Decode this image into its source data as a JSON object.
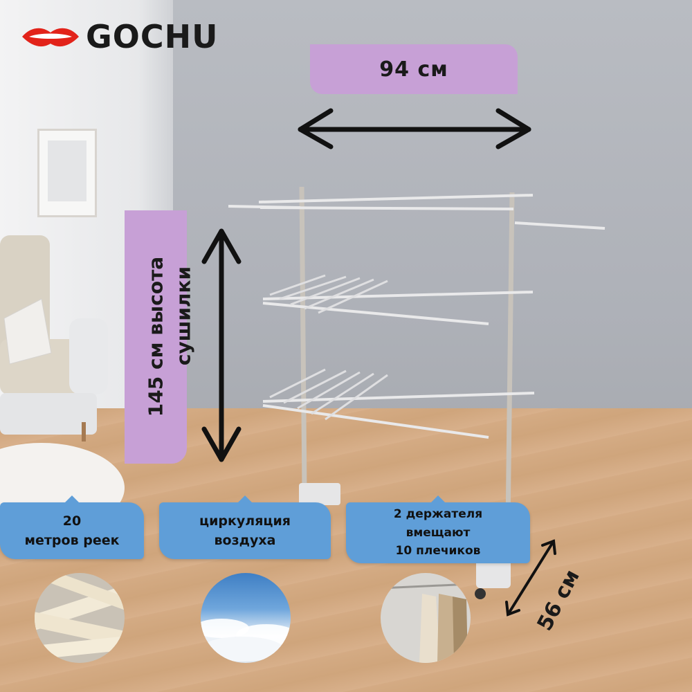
{
  "brand": {
    "name": "GOCHU",
    "logo_icon": "lips-logo-icon",
    "accent": "#e2231a"
  },
  "dimensions": {
    "width": "94 см",
    "height_line1": "145 см высота",
    "height_line2": "сушилки",
    "depth": "56 см"
  },
  "features": [
    {
      "line1": "20",
      "line2": "метров реек",
      "icon": "measuring-tape-photo"
    },
    {
      "line1": "циркуляция",
      "line2": "воздуха",
      "icon": "clouds-sky-photo"
    },
    {
      "line1": "2 держателя",
      "line2": "вмещают",
      "line3": "10 плечиков",
      "icon": "hanging-clothes-photo"
    }
  ],
  "colors": {
    "lilac": "#c7a0d6",
    "blue": "#5f9ed8",
    "text": "#1a1a1a"
  }
}
